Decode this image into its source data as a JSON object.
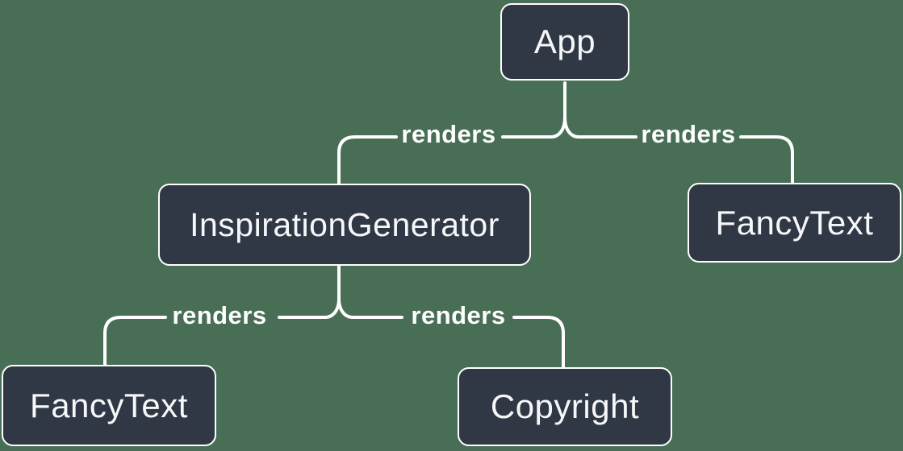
{
  "diagram": {
    "type": "component-render-tree",
    "colors": {
      "background": "#486F56",
      "node_fill": "#313845",
      "node_border": "#FFFFFF",
      "node_text": "#F6F7F9",
      "wire": "#FFFFFF",
      "edge_label_text": "#FFFFFF"
    },
    "nodes": [
      {
        "id": "app",
        "label": "App"
      },
      {
        "id": "inspiration-generator",
        "label": "InspirationGenerator"
      },
      {
        "id": "fancy-text-right",
        "label": "FancyText"
      },
      {
        "id": "fancy-text-left",
        "label": "FancyText"
      },
      {
        "id": "copyright",
        "label": "Copyright"
      }
    ],
    "edges": [
      {
        "from": "App",
        "to": "InspirationGenerator",
        "label": "renders"
      },
      {
        "from": "App",
        "to": "FancyText",
        "label": "renders"
      },
      {
        "from": "InspirationGenerator",
        "to": "FancyText",
        "label": "renders"
      },
      {
        "from": "InspirationGenerator",
        "to": "Copyright",
        "label": "renders"
      }
    ]
  }
}
